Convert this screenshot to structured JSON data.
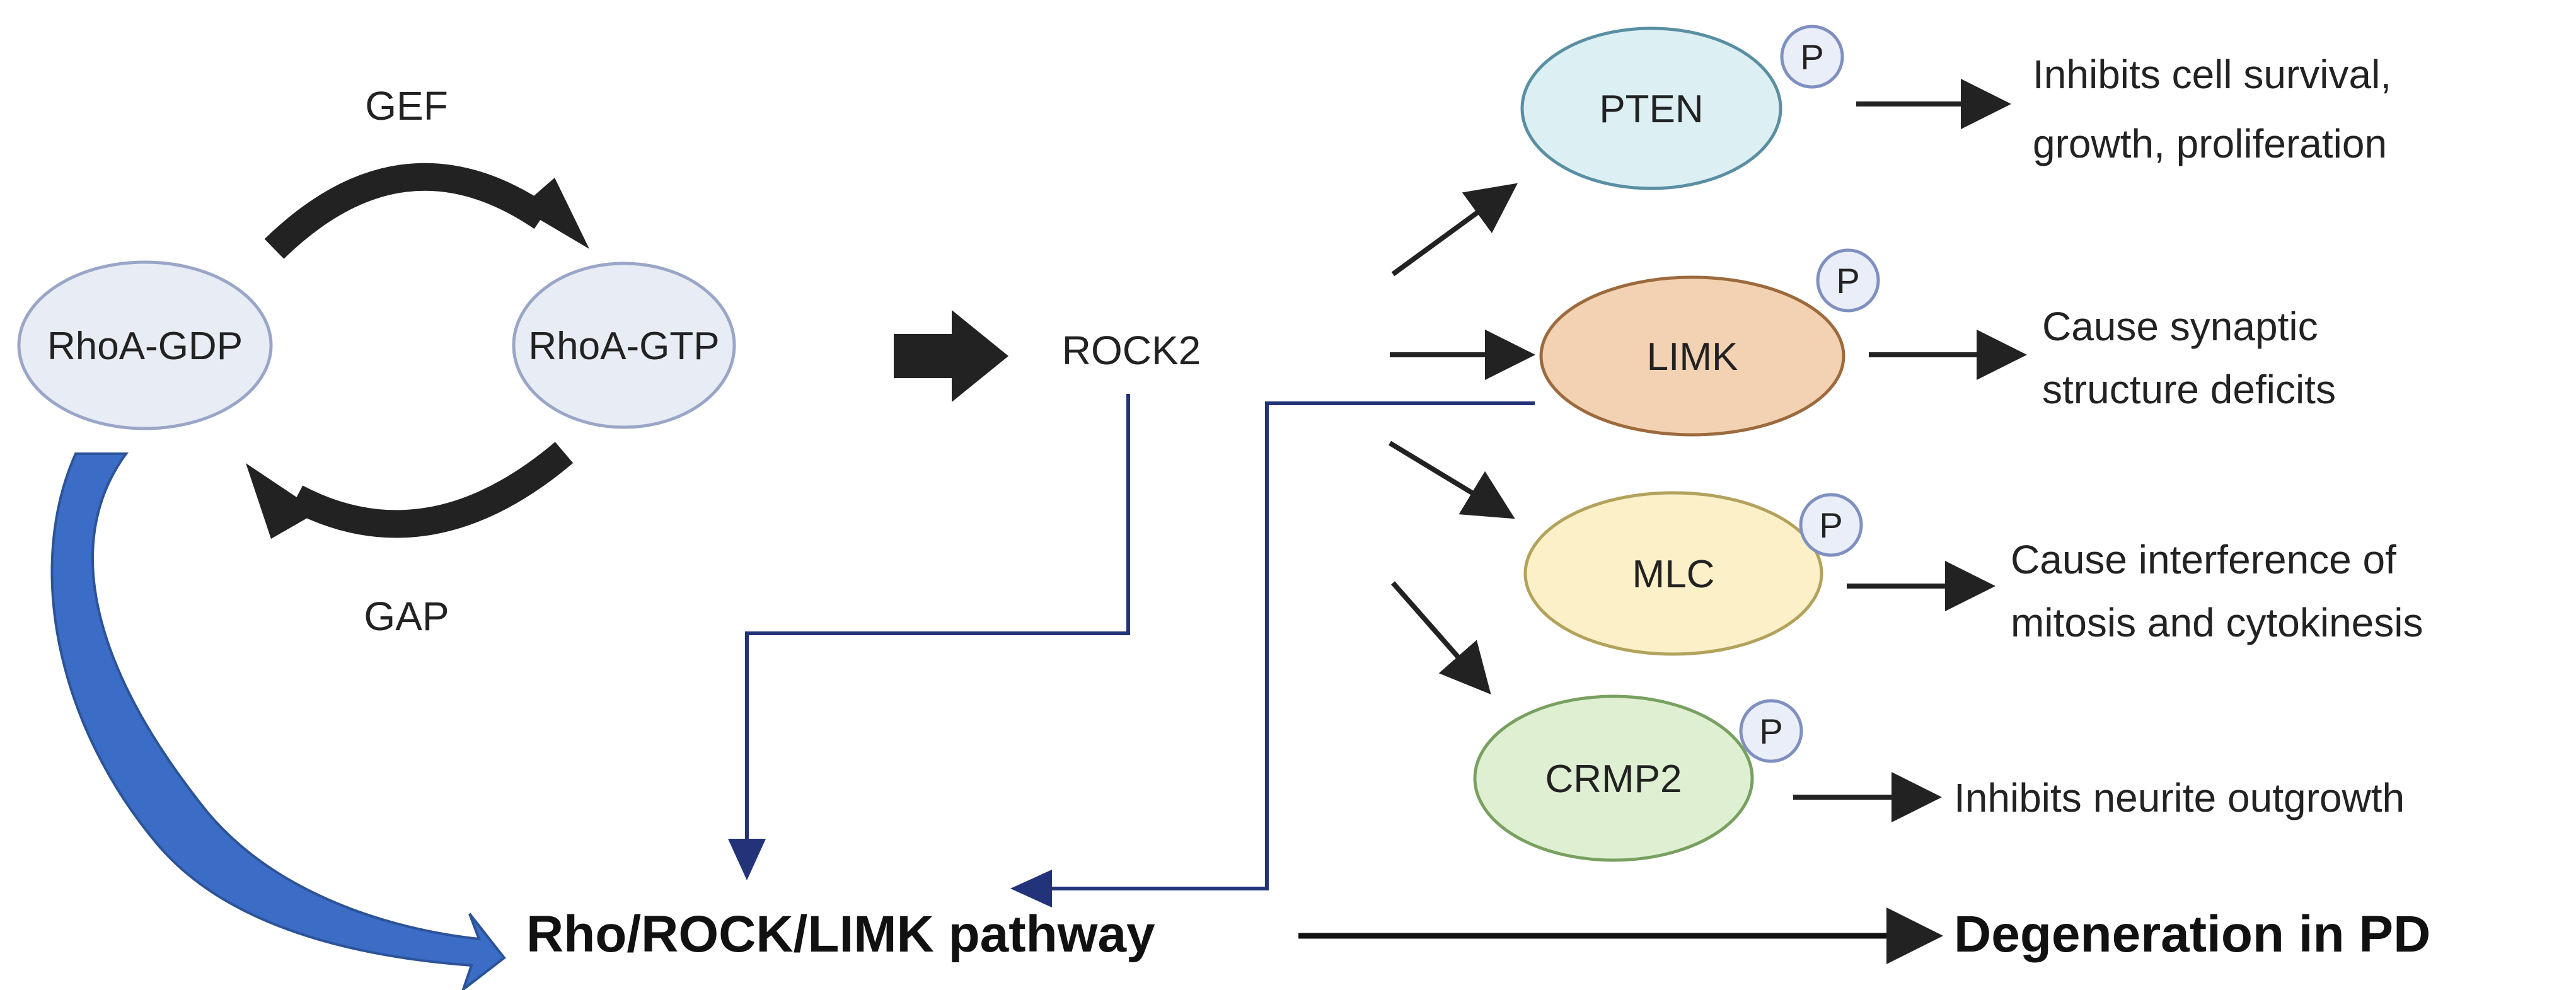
{
  "cycle": {
    "gdp_label": "RhoA-GDP",
    "gtp_label": "RhoA-GTP",
    "gef_label": "GEF",
    "gap_label": "GAP"
  },
  "rock2_label": "ROCK2",
  "phospho_label": "P",
  "targets": [
    {
      "name": "PTEN",
      "color": "#dcf0f4",
      "stroke": "#5a8fa3",
      "outcome": [
        "Inhibits cell survival,",
        "growth, proliferation"
      ]
    },
    {
      "name": "LIMK",
      "color": "#f2d2b2",
      "stroke": "#9c6a3c",
      "outcome": [
        "Cause synaptic",
        "structure deficits"
      ]
    },
    {
      "name": "MLC",
      "color": "#fcf0c8",
      "stroke": "#b3a25c",
      "outcome": [
        "Cause interference of",
        "mitosis and cytokinesis"
      ]
    },
    {
      "name": "CRMP2",
      "color": "#dff0d2",
      "stroke": "#78a060",
      "outcome": [
        "Inhibits neurite outgrowth"
      ]
    }
  ],
  "pathway_label": "Rho/ROCK/LIMK pathway",
  "result_label": "Degeneration in PD",
  "colors": {
    "rhoa_fill": "#e8ecf4",
    "rhoa_stroke": "#9aa6c8",
    "dark_arrow": "#222222",
    "blue_arrow": "#3b6cc6",
    "navy_line": "#23337a",
    "p_fill": "#e9eef9",
    "p_stroke": "#7f90c0"
  }
}
